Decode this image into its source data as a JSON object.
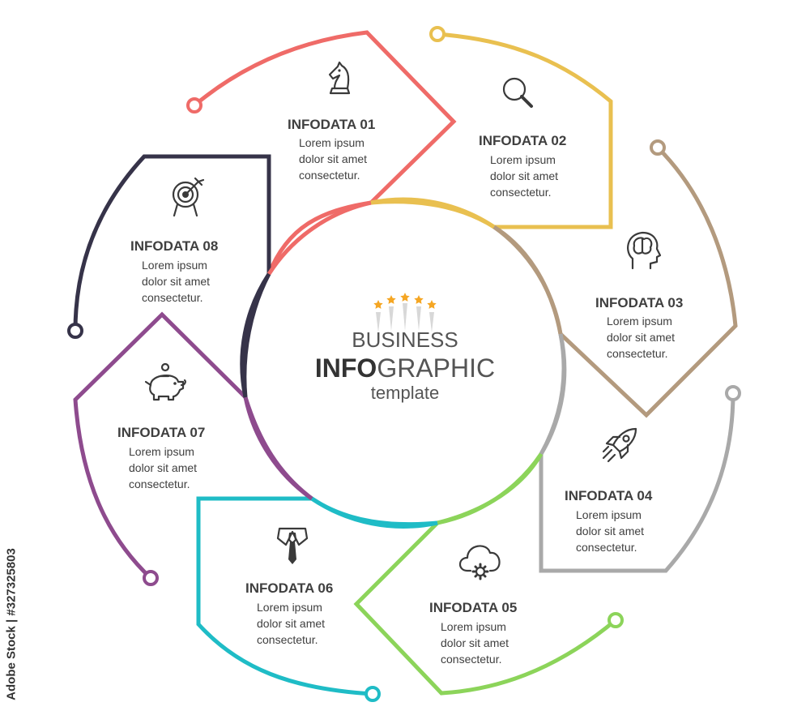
{
  "center": {
    "line1": "BUSINESS",
    "line2_bold": "INFO",
    "line2_light": "GRAPHIC",
    "line3": "template",
    "stars": 5
  },
  "items": [
    {
      "number": "01",
      "title": "INFODATA 01",
      "lines": [
        "Lorem ipsum",
        "dolor sit amet",
        "consectetur."
      ],
      "icon": "chess-knight-icon",
      "color": "#ef6b68"
    },
    {
      "number": "02",
      "title": "INFODATA 02",
      "lines": [
        "Lorem ipsum",
        "dolor sit amet",
        "consectetur."
      ],
      "icon": "magnifier-icon",
      "color": "#e9c050"
    },
    {
      "number": "03",
      "title": "INFODATA 03",
      "lines": [
        "Lorem ipsum",
        "dolor sit amet",
        "consectetur."
      ],
      "icon": "head-brain-icon",
      "color": "#b39a7e"
    },
    {
      "number": "04",
      "title": "INFODATA 04",
      "lines": [
        "Lorem ipsum",
        "dolor sit amet",
        "consectetur."
      ],
      "icon": "rocket-icon",
      "color": "#a9a9a9"
    },
    {
      "number": "05",
      "title": "INFODATA 05",
      "lines": [
        "Lorem ipsum",
        "dolor sit amet",
        "consectetur."
      ],
      "icon": "cloud-gear-icon",
      "color": "#8cd45a"
    },
    {
      "number": "06",
      "title": "INFODATA 06",
      "lines": [
        "Lorem ipsum",
        "dolor sit amet",
        "consectetur."
      ],
      "icon": "shirt-tie-icon",
      "color": "#1fbcc6"
    },
    {
      "number": "07",
      "title": "INFODATA 07",
      "lines": [
        "Lorem ipsum",
        "dolor sit amet",
        "consectetur."
      ],
      "icon": "piggy-bank-icon",
      "color": "#8e4b8e"
    },
    {
      "number": "08",
      "title": "INFODATA 08",
      "lines": [
        "Lorem ipsum",
        "dolor sit amet",
        "consectetur."
      ],
      "icon": "target-arrow-icon",
      "color": "#363349"
    }
  ],
  "stock_credit": "Adobe Stock | #327325803"
}
